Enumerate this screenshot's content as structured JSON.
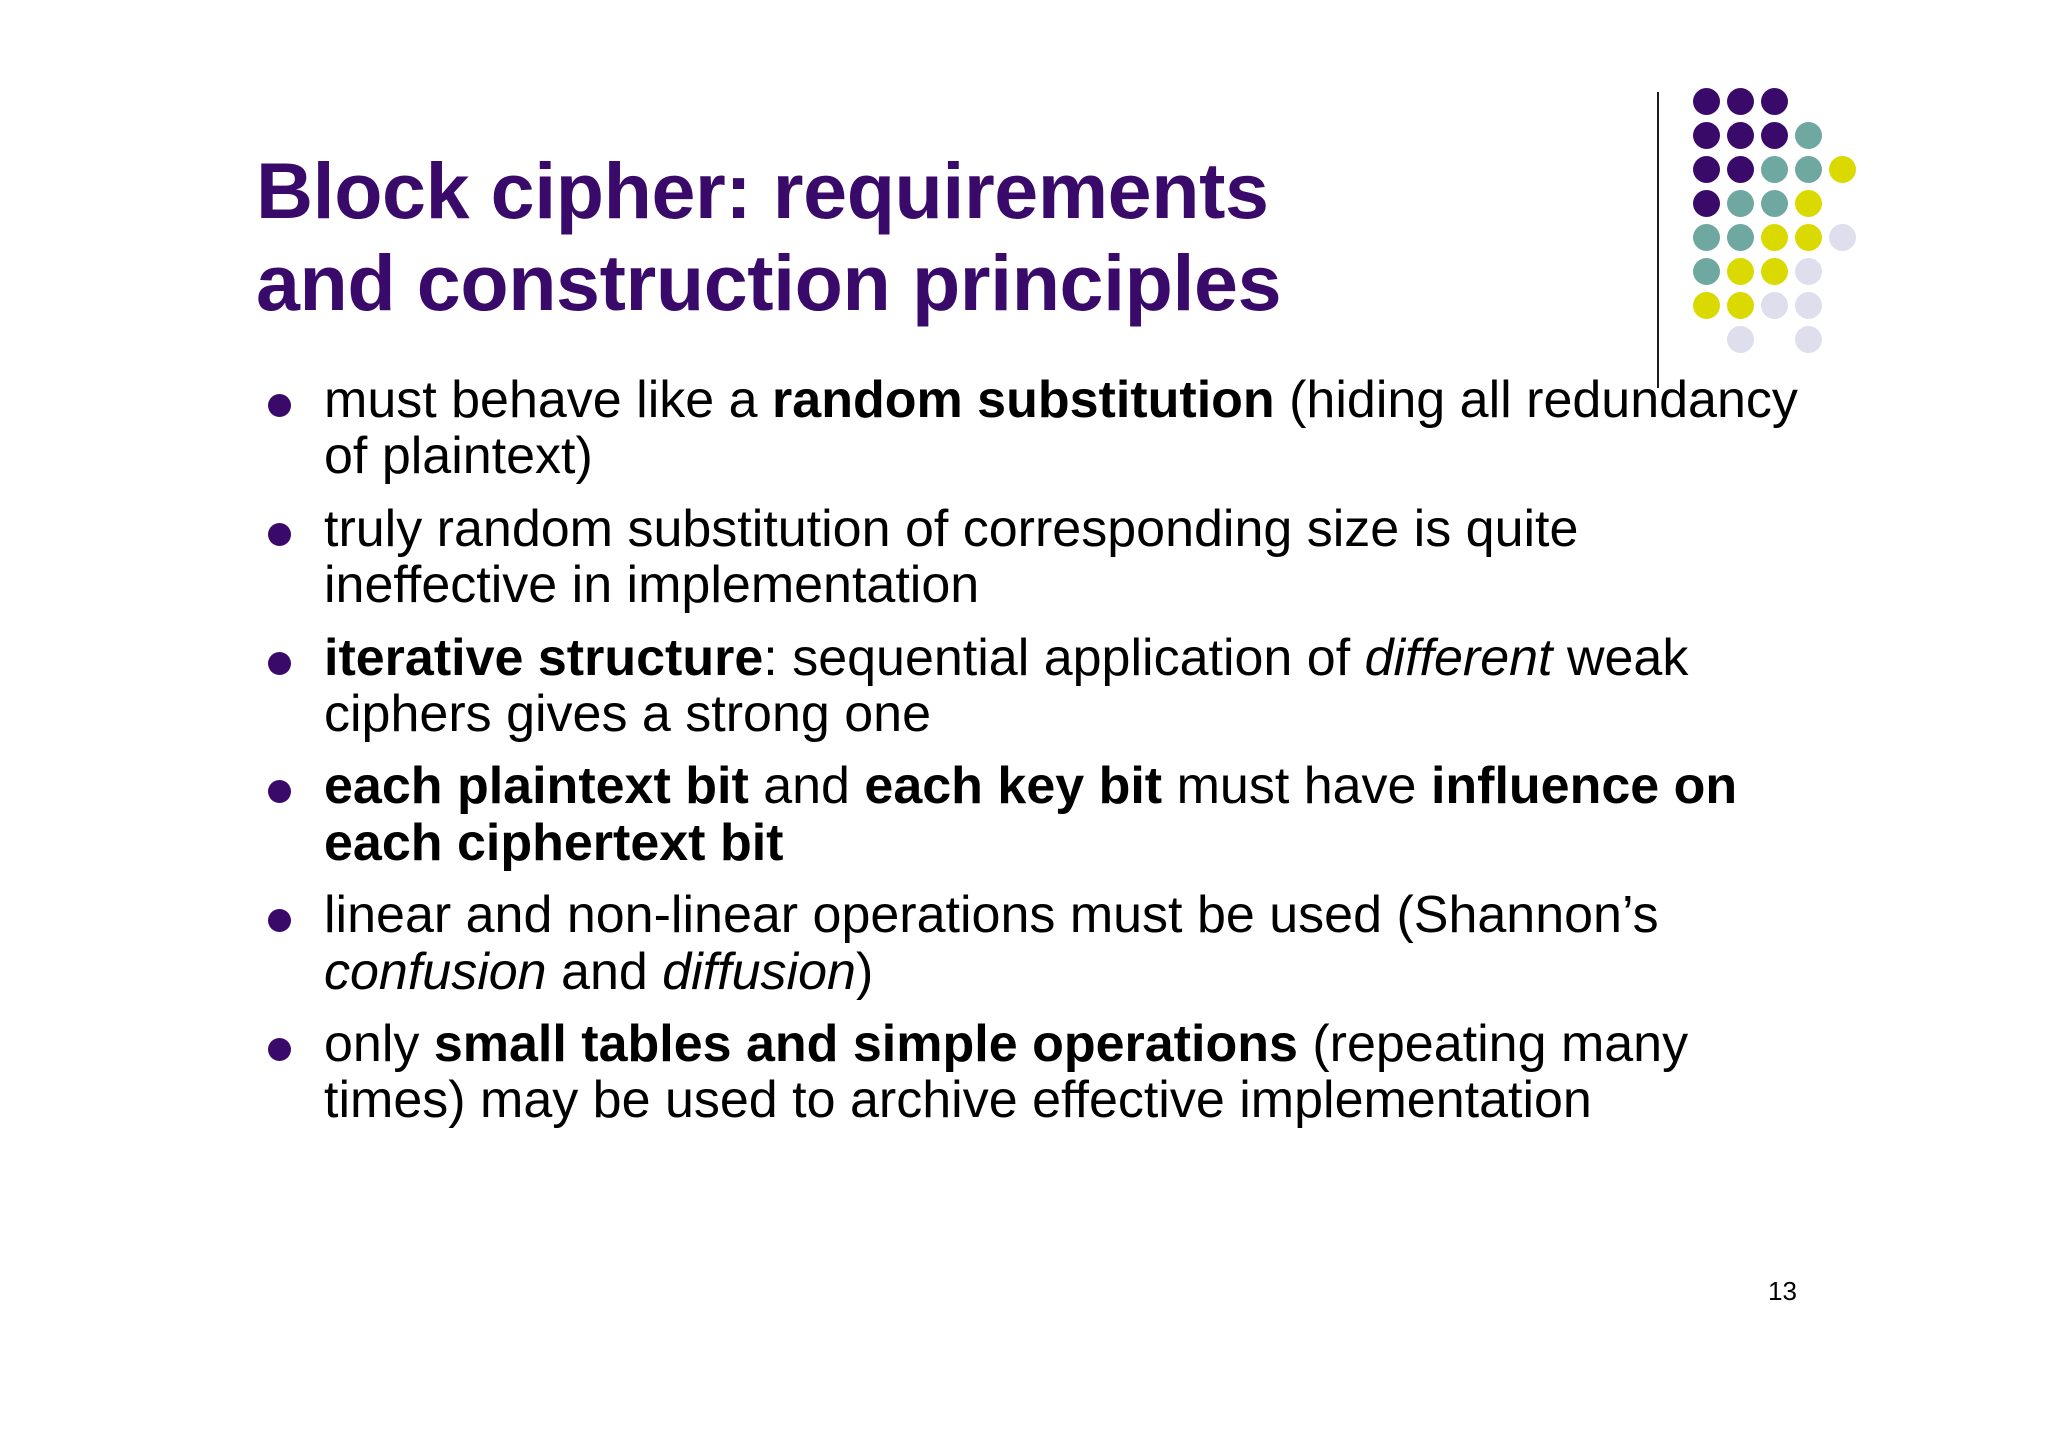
{
  "slide": {
    "background_color": "#ffffff",
    "title": {
      "line1": "Block cipher: requirements",
      "line2": "and construction principles",
      "color": "#3A0A6B"
    },
    "page_number": "13",
    "bullets": [
      {
        "id": "bullet-random-substitution",
        "runs": [
          {
            "text": "must behave like a ",
            "style": "regular"
          },
          {
            "text": "random substitution",
            "style": "bold"
          },
          {
            "text": " (hiding all redundancy of plaintext)",
            "style": "regular"
          }
        ],
        "plain": "must behave like a random substitution (hiding all redundancy of plaintext)"
      },
      {
        "id": "bullet-truly-random",
        "runs": [
          {
            "text": "truly random substitution of corresponding size is quite ineffective in implementation",
            "style": "regular"
          }
        ],
        "plain": "truly random substitution of corresponding size is quite ineffective in implementation"
      },
      {
        "id": "bullet-iterative-structure",
        "runs": [
          {
            "text": "iterative structure",
            "style": "bold"
          },
          {
            "text": ": sequential application of ",
            "style": "regular"
          },
          {
            "text": "different",
            "style": "italic"
          },
          {
            "text": " weak ciphers gives a strong one",
            "style": "regular"
          }
        ],
        "plain": "iterative structure: sequential application of different weak ciphers gives a strong one"
      },
      {
        "id": "bullet-influence",
        "runs": [
          {
            "text": "each plaintext bit",
            "style": "bold"
          },
          {
            "text": " and ",
            "style": "regular"
          },
          {
            "text": "each key bit",
            "style": "bold"
          },
          {
            "text": " must have ",
            "style": "regular"
          },
          {
            "text": "influence on each ciphertext bit",
            "style": "bold"
          }
        ],
        "plain": "each plaintext bit and each key bit must have influence on each ciphertext bit"
      },
      {
        "id": "bullet-linear-nonlinear",
        "runs": [
          {
            "text": "linear and non-linear operations must be used (Shannon’s ",
            "style": "regular"
          },
          {
            "text": "confusion",
            "style": "italic"
          },
          {
            "text": " and ",
            "style": "regular"
          },
          {
            "text": "diffusion",
            "style": "italic"
          },
          {
            "text": ")",
            "style": "regular"
          }
        ],
        "plain": "linear and non-linear operations must be used (Shannon’s confusion and diffusion)"
      },
      {
        "id": "bullet-small-tables",
        "runs": [
          {
            "text": "only ",
            "style": "regular"
          },
          {
            "text": "small tables and simple operations",
            "style": "bold"
          },
          {
            "text": " (repeating many times) may be used to archive effective implementation",
            "style": "regular"
          }
        ],
        "plain": "only small tables and simple operations (repeating many times) may be used to archive effective implementation"
      }
    ],
    "motif": {
      "name": "dot-grid-decoration",
      "colors": {
        "purple": "#3A0A6B",
        "teal": "#6FA8A0",
        "yellow": "#DADA00",
        "lavender": "#DEDEEC"
      },
      "rows": [
        [
          "purple",
          "purple",
          "purple"
        ],
        [
          "purple",
          "purple",
          "purple",
          "teal"
        ],
        [
          "purple",
          "purple",
          "teal",
          "teal",
          "yellow"
        ],
        [
          "purple",
          "teal",
          "teal",
          "yellow"
        ],
        [
          "teal",
          "teal",
          "yellow",
          "yellow",
          "lavender"
        ],
        [
          "teal",
          "yellow",
          "yellow",
          "lavender"
        ],
        [
          "yellow",
          "yellow",
          "lavender",
          "lavender"
        ],
        [
          "blank",
          "lavender",
          "blank",
          "lavender"
        ]
      ]
    }
  }
}
